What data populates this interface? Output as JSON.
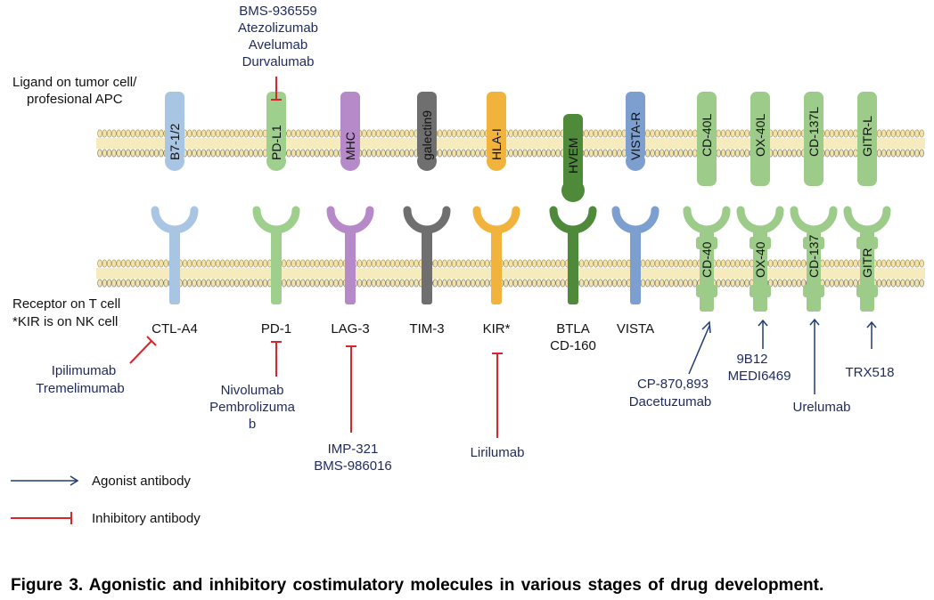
{
  "cell_labels": {
    "tumor_line1": "Ligand on tumor cell/",
    "tumor_line2": "profesional APC",
    "tcell_line1": "Receptor on T cell",
    "tcell_line2": "*KIR is on NK cell"
  },
  "pairs": [
    {
      "ligand": "B7-1/2",
      "receptor": "CTL-A4",
      "color": "#a9c5e4",
      "antibodies": [
        "Ipilimumab",
        "Tremelimumab"
      ]
    },
    {
      "ligand": "PD-L1",
      "receptor": "PD-1",
      "color": "#9fcf8c",
      "antibodies_top": [
        "BMS-936559",
        "Atezolizumab",
        "Avelumab",
        "Durvalumab"
      ],
      "antibodies": [
        "Nivolumab",
        "Pembrolizuma",
        "b"
      ]
    },
    {
      "ligand": "MHC",
      "receptor": "LAG-3",
      "color": "#b68ac8",
      "antibodies": [
        "IMP-321",
        "BMS-986016"
      ]
    },
    {
      "ligand": "galectin9",
      "receptor": "TIM-3",
      "color": "#6f6f6f",
      "antibodies": []
    },
    {
      "ligand": "HLA-I",
      "receptor": "KIR*",
      "color": "#f2b33d",
      "antibodies": [
        "Lirilumab"
      ]
    },
    {
      "ligand": "HVEM",
      "receptor": "BTLA",
      "receptor2": "CD-160",
      "color": "#4e8a3a",
      "antibodies": []
    },
    {
      "ligand": "VISTA-R",
      "receptor": "VISTA",
      "color": "#7d9fd0",
      "antibodies": []
    },
    {
      "ligand": "CD-40L",
      "receptor": "CD-40",
      "color": "#9dcb8a",
      "antibodies": [
        "CP-870,893",
        "Dacetuzumab"
      ]
    },
    {
      "ligand": "OX-40L",
      "receptor": "OX-40",
      "color": "#9dcb8a",
      "antibodies": [
        "9B12",
        "MEDI6469"
      ]
    },
    {
      "ligand": "CD-137L",
      "receptor": "CD-137",
      "color": "#9dcb8a",
      "antibodies": [
        "Urelumab"
      ]
    },
    {
      "ligand": "GITR-L",
      "receptor": "GITR",
      "color": "#9dcb8a",
      "antibodies": [
        "TRX518"
      ]
    }
  ],
  "legend": {
    "agonist": "Agonist antibody",
    "inhibitory": "Inhibitory antibody",
    "agonist_color": "#1f3b73",
    "inhibitory_color": "#d9262c"
  },
  "caption": "Figure 3. Agonistic and inhibitory  costimulatory molecules in various stages of drug development.",
  "colors": {
    "membrane_head": "#f3e3a6",
    "membrane_tail": "#d8c27a",
    "text_dark": "#111111",
    "antibody_text": "#1f2a5c"
  }
}
